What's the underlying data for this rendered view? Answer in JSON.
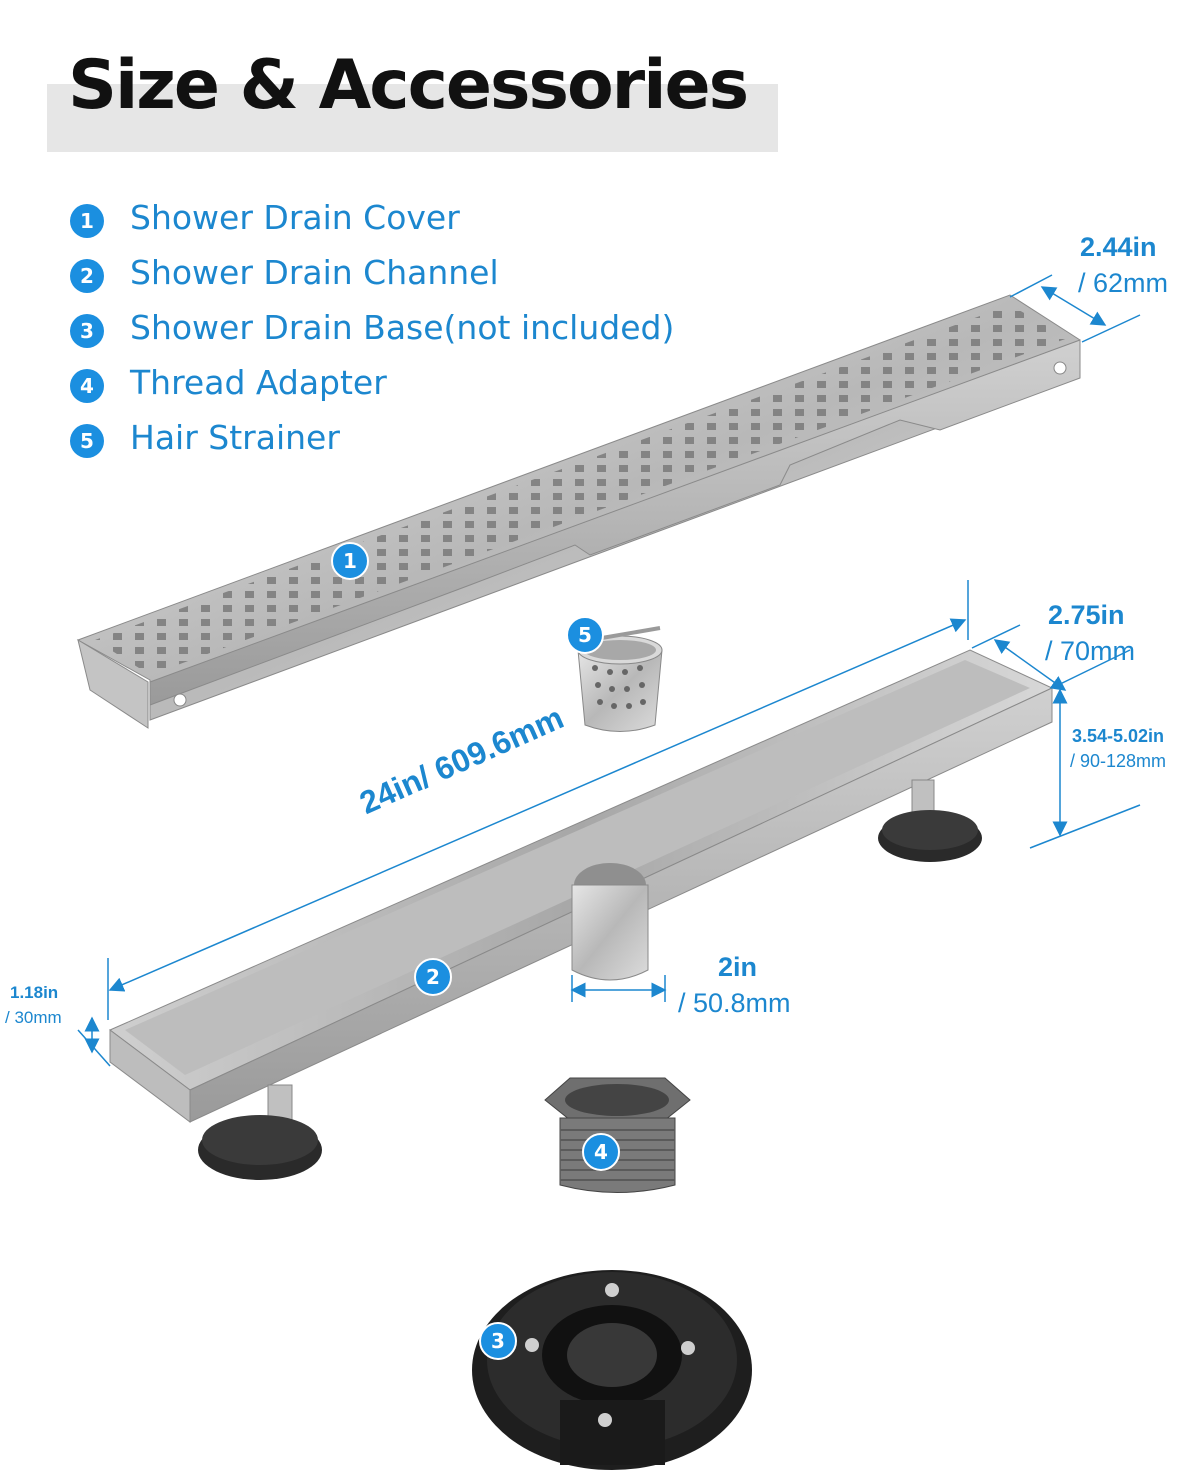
{
  "header": {
    "title": "Size & Accessories"
  },
  "legend": [
    {
      "num": "1",
      "label": "Shower Drain Cover"
    },
    {
      "num": "2",
      "label": "Shower Drain Channel"
    },
    {
      "num": "3",
      "label": "Shower Drain Base(not included)"
    },
    {
      "num": "4",
      "label": "Thread Adapter"
    },
    {
      "num": "5",
      "label": "Hair Strainer"
    }
  ],
  "dimensions": {
    "cover_width_in": "2.44in",
    "cover_width_mm": "/ 62mm",
    "channel_width_in": "2.75in",
    "channel_width_mm": "/ 70mm",
    "height_range_in": "3.54-5.02in",
    "height_range_mm": "/ 90-128mm",
    "length": "24in/ 609.6mm",
    "outlet_in": "2in",
    "outlet_mm": "/ 50.8mm",
    "depth_in": "1.18in",
    "depth_mm": "/ 30mm"
  },
  "markers": {
    "m1": "1",
    "m2": "2",
    "m3": "3",
    "m4": "4",
    "m5": "5"
  },
  "colors": {
    "accent": "#1b8fe0",
    "text_blue": "#1c87cf",
    "steel": "#c9c9c9",
    "dark": "#2a2a2a"
  }
}
